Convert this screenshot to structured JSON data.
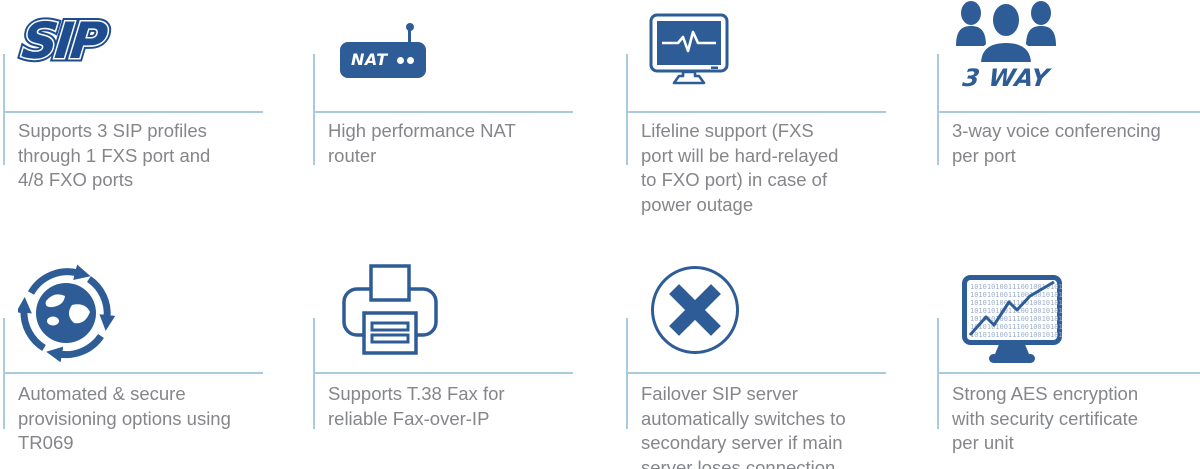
{
  "colors": {
    "icon_blue": "#2e5c96",
    "logo_blue": "#1d4d8f",
    "line_blue": "#a9cbdd",
    "text_gray": "#84868a",
    "binary_blue": "#9bb0cf"
  },
  "features": [
    {
      "id": "sip",
      "icon": "sip-logo",
      "icon_text": "SIP",
      "text": "Supports 3 SIP profiles\nthrough 1 FXS port and\n4/8 FXO ports"
    },
    {
      "id": "nat",
      "icon": "nat-router-icon",
      "icon_text": "NAT",
      "text": "High performance NAT\nrouter"
    },
    {
      "id": "lifeline",
      "icon": "monitor-pulse-icon",
      "text": "Lifeline support (FXS\nport will be hard-relayed\nto FXO port) in case of\npower outage"
    },
    {
      "id": "conference",
      "icon": "group-people-icon",
      "icon_text": "3 WAY",
      "text": "3-way voice conferencing\nper port"
    },
    {
      "id": "provisioning",
      "icon": "globe-sync-icon",
      "text": "Automated & secure\nprovisioning options using\nTR069"
    },
    {
      "id": "fax",
      "icon": "fax-printer-icon",
      "text": "Supports T.38 Fax for\nreliable Fax-over-IP"
    },
    {
      "id": "failover",
      "icon": "x-circle-icon",
      "text": "Failover SIP server\nautomatically switches to\nsecondary server if main\nserver loses connection"
    },
    {
      "id": "encryption",
      "icon": "binary-monitor-icon",
      "binary_row": "101010100111001001010101",
      "text": "Strong AES encryption\nwith security certificate\nper unit"
    }
  ]
}
